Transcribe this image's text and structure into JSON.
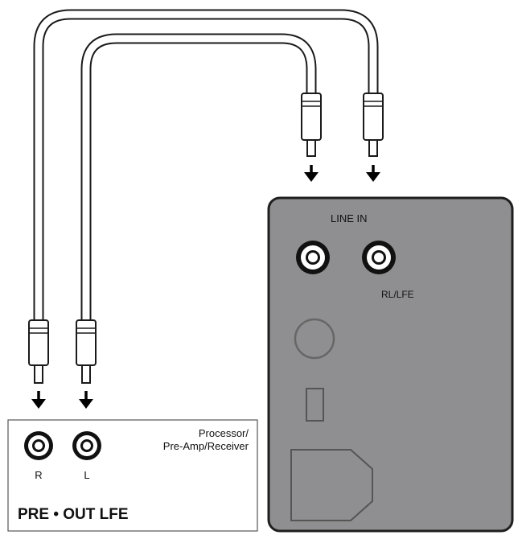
{
  "subwoofer_panel": {
    "line_in_label": "LINE IN",
    "rl_lfe_label": "RL/LFE",
    "panel_color": "#8f8f91",
    "border_color": "#1f1f1f"
  },
  "receiver_panel": {
    "title_line1": "Processor/",
    "title_line2": "Pre-Amp/Receiver",
    "jack_r_label": "R",
    "jack_l_label": "L",
    "pre_out_label": "PRE • OUT LFE"
  }
}
